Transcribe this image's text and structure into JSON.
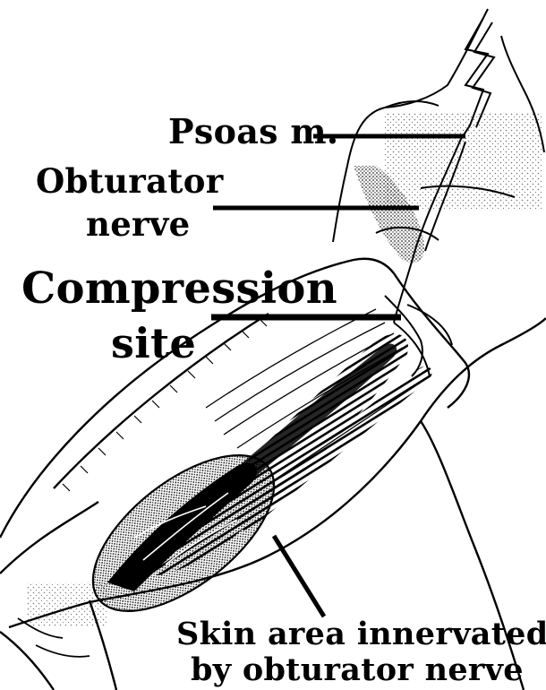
{
  "labels": {
    "psoas": "Psoas m.",
    "obturator_line1": "Obturator",
    "obturator_line2": "nerve",
    "compression_line1": "Compression",
    "compression_line2": "site",
    "skin_line1": "Skin area innervated",
    "skin_line2": "by obturator nerve"
  }
}
